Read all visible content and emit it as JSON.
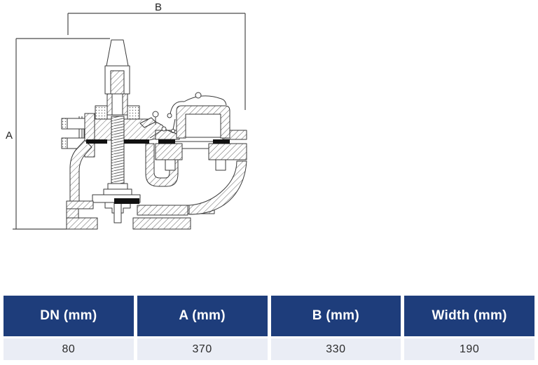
{
  "drawing": {
    "title": "valve cross-section technical drawing",
    "label_a": "A",
    "label_b": "B"
  },
  "table": {
    "headers": [
      "DN (mm)",
      "A (mm)",
      "B (mm)",
      "Width (mm)"
    ],
    "row": [
      "80",
      "370",
      "330",
      "190"
    ]
  },
  "colors": {
    "header_bg": "#1e3d7b",
    "header_text": "#ffffff",
    "row_bg": "#eaedf5",
    "row_text": "#2b2b2b",
    "drawing_line": "#3a3a3a"
  }
}
